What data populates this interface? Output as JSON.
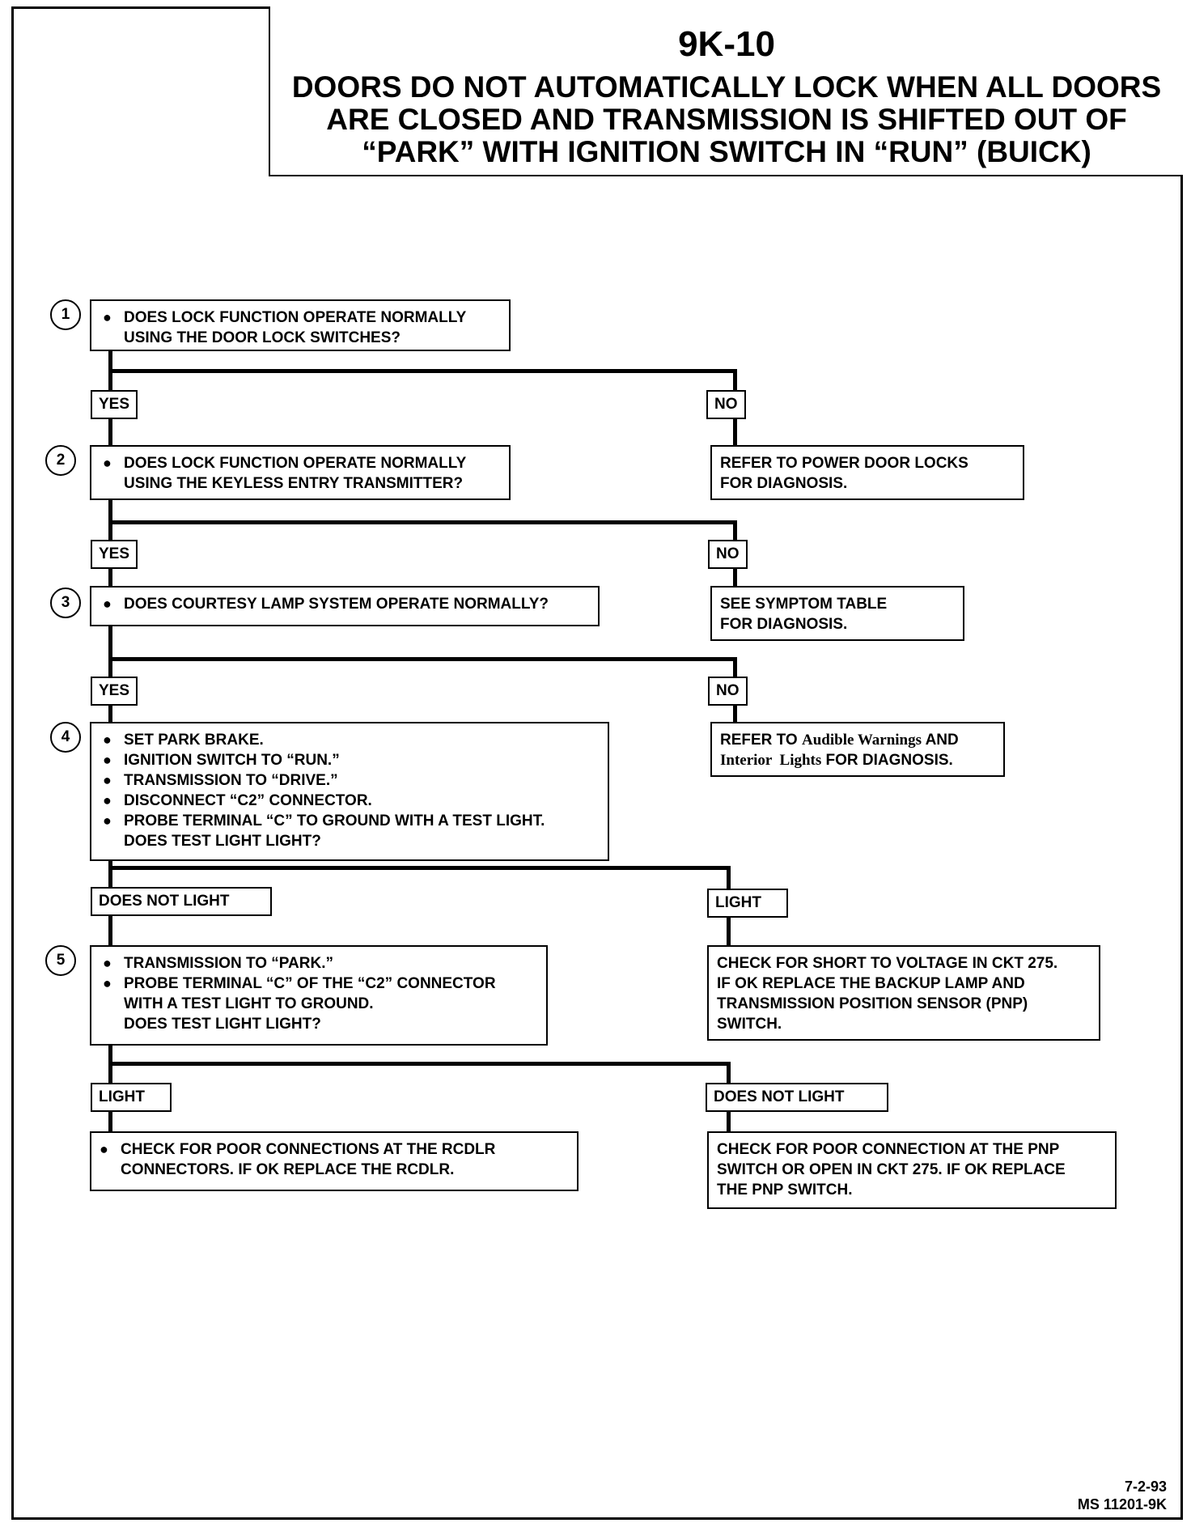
{
  "header": {
    "code": "9K-10",
    "title": "DOORS DO NOT AUTOMATICALLY LOCK WHEN ALL DOORS ARE CLOSED AND TRANSMISSION IS SHIFTED OUT OF “PARK” WITH IGNITION SWITCH IN “RUN” (BUICK)"
  },
  "steps": {
    "s1": {
      "num": "1",
      "lines": [
        "DOES LOCK FUNCTION OPERATE NORMALLY",
        "USING THE DOOR LOCK SWITCHES?"
      ]
    },
    "s2": {
      "num": "2",
      "lines": [
        "DOES LOCK FUNCTION OPERATE NORMALLY",
        "USING THE KEYLESS ENTRY TRANSMITTER?"
      ]
    },
    "s3": {
      "num": "3",
      "lines": [
        "DOES COURTESY LAMP SYSTEM OPERATE NORMALLY?"
      ]
    },
    "s4": {
      "num": "4",
      "lines": [
        "SET PARK BRAKE.",
        "IGNITION SWITCH TO “RUN.”",
        "TRANSMISSION TO “DRIVE.”",
        "DISCONNECT “C2” CONNECTOR.",
        "PROBE TERMINAL “C” TO GROUND WITH A TEST LIGHT.",
        "DOES TEST LIGHT LIGHT?"
      ]
    },
    "s5": {
      "num": "5",
      "lines": [
        "TRANSMISSION TO “PARK.”",
        "PROBE TERMINAL “C” OF THE “C2” CONNECTOR",
        "WITH A TEST LIGHT TO GROUND.",
        "DOES TEST LIGHT LIGHT?"
      ]
    }
  },
  "labels": {
    "yes": "YES",
    "no": "NO",
    "light": "LIGHT",
    "light_lower": "LIGHT",
    "does_not_light": "DOES NOT LIGHT"
  },
  "results": {
    "r1": [
      "REFER TO POWER DOOR LOCKS",
      "FOR DIAGNOSIS."
    ],
    "r2": [
      "SEE SYMPTOM TABLE",
      "FOR DIAGNOSIS."
    ],
    "r3": {
      "a": "REFER TO ",
      "b": "Audible Warnings",
      "c": " AND",
      "d": "Interior  Lights",
      "e": " FOR DIAGNOSIS."
    },
    "r4": [
      "CHECK FOR SHORT TO VOLTAGE IN CKT 275.",
      "IF OK REPLACE THE BACKUP LAMP AND",
      "TRANSMISSION POSITION SENSOR (PNP)",
      "SWITCH."
    ],
    "r5": [
      "CHECK FOR POOR CONNECTIONS AT THE RCDLR",
      "CONNECTORS.  IF OK REPLACE THE RCDLR."
    ],
    "r6": [
      "CHECK FOR POOR CONNECTION AT THE PNP",
      "SWITCH OR OPEN IN CKT 275.  IF OK REPLACE",
      "THE PNP SWITCH."
    ]
  },
  "footer": {
    "date": "7-2-93",
    "doc": "MS 11201-9K"
  }
}
